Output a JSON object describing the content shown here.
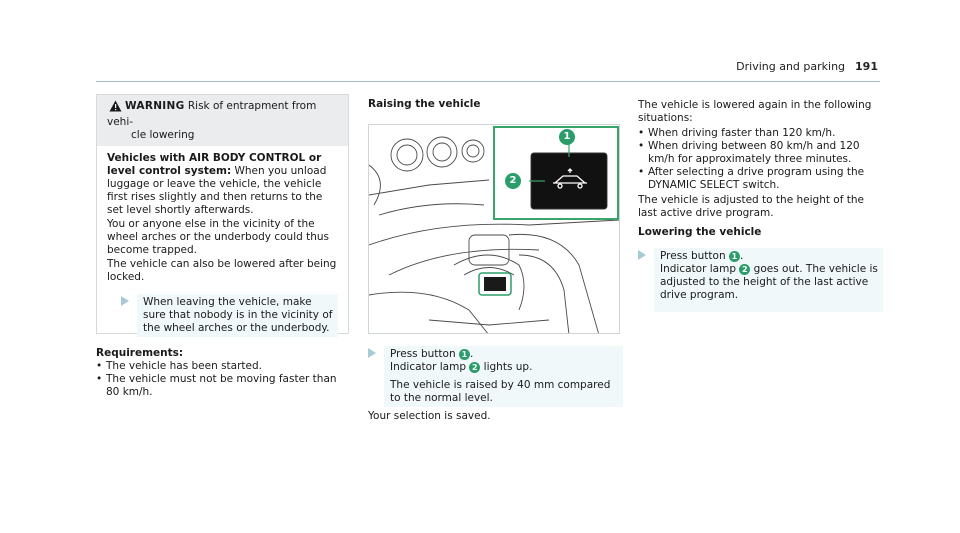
{
  "header": {
    "title": "Driving and parking",
    "page": "191"
  },
  "warning": {
    "label": "WARNING",
    "title_rest": "Risk of entrapment from vehi-",
    "title_cont": "cle lowering",
    "bold_intro": "Vehicles with AIR BODY CONTROL or level control system:",
    "para1": "When you unload luggage or leave the vehicle, the vehicle first rises slightly and then returns to the set level shortly afterwards.",
    "para2": "You or anyone else in the vicinity of the wheel arches or the underbody could thus become trapped.",
    "para3": "The vehicle can also be lowered after being locked.",
    "action": "When leaving the vehicle, make sure that nobody is in the vicinity of the wheel arches or the underbody."
  },
  "requirements": {
    "heading": "Requirements:",
    "items": [
      "The vehicle has been started.",
      "The vehicle must not be moving faster than 80 km/h."
    ]
  },
  "raising": {
    "heading": "Raising the vehicle",
    "step_line1": "Press button",
    "step_n1": "1",
    "step_line2": "Indicator lamp",
    "step_n2": "2",
    "step_line2_rest": "lights up.",
    "result": "The vehicle is raised by 40 mm compared to the normal level.",
    "saved": "Your selection is saved."
  },
  "lowered": {
    "intro": "The vehicle is lowered again in the following situations:",
    "items": [
      "When driving faster than 120 km/h.",
      "When driving between 80 km/h and 120 km/h for approximately three minutes.",
      "After selecting a drive program using the DYNAMIC SELECT switch."
    ],
    "adjusted": "The vehicle is adjusted to the height of the last active drive program."
  },
  "lowering": {
    "heading": "Lowering the vehicle",
    "step_line1": "Press button",
    "step_n1": "1",
    "step_line2": "Indicator lamp",
    "step_n2": "2",
    "step_rest": "goes out. The vehicle is adjusted to the height of the last active drive program."
  },
  "figure": {
    "callout1": "1",
    "callout2": "2"
  },
  "colors": {
    "callout": "#2a9d6a",
    "inset_border": "#3aa56b",
    "step_arrow": "#a8cbd3"
  }
}
